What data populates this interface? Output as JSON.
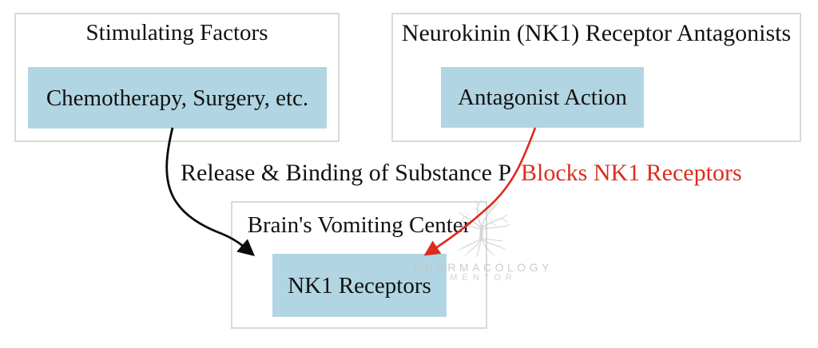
{
  "colors": {
    "highlight": "#b1d5e2",
    "box-border": "#d9d9d9",
    "ink": "#121212",
    "red": "#dd2c1c",
    "watermark": "#c5c6ca",
    "watermark-tree": "#c9c9c9"
  },
  "boxes": {
    "stimulating": {
      "title": "Stimulating Factors",
      "item": "Chemotherapy, Surgery, etc."
    },
    "antagonists": {
      "title": "Neurokinin (NK1) Receptor Antagonists",
      "item": "Antagonist Action"
    },
    "vomiting_center": {
      "title": "Brain's Vomiting Center",
      "item": "NK1 Receptors"
    }
  },
  "edges": {
    "substance_p": "Release & Binding of Substance P",
    "blocks": "Blocks NK1 Receptors"
  },
  "watermark": {
    "icon": "tree-with-roots-logo",
    "line1": "PHARMACOLOGY",
    "line2": "MENTOR"
  }
}
